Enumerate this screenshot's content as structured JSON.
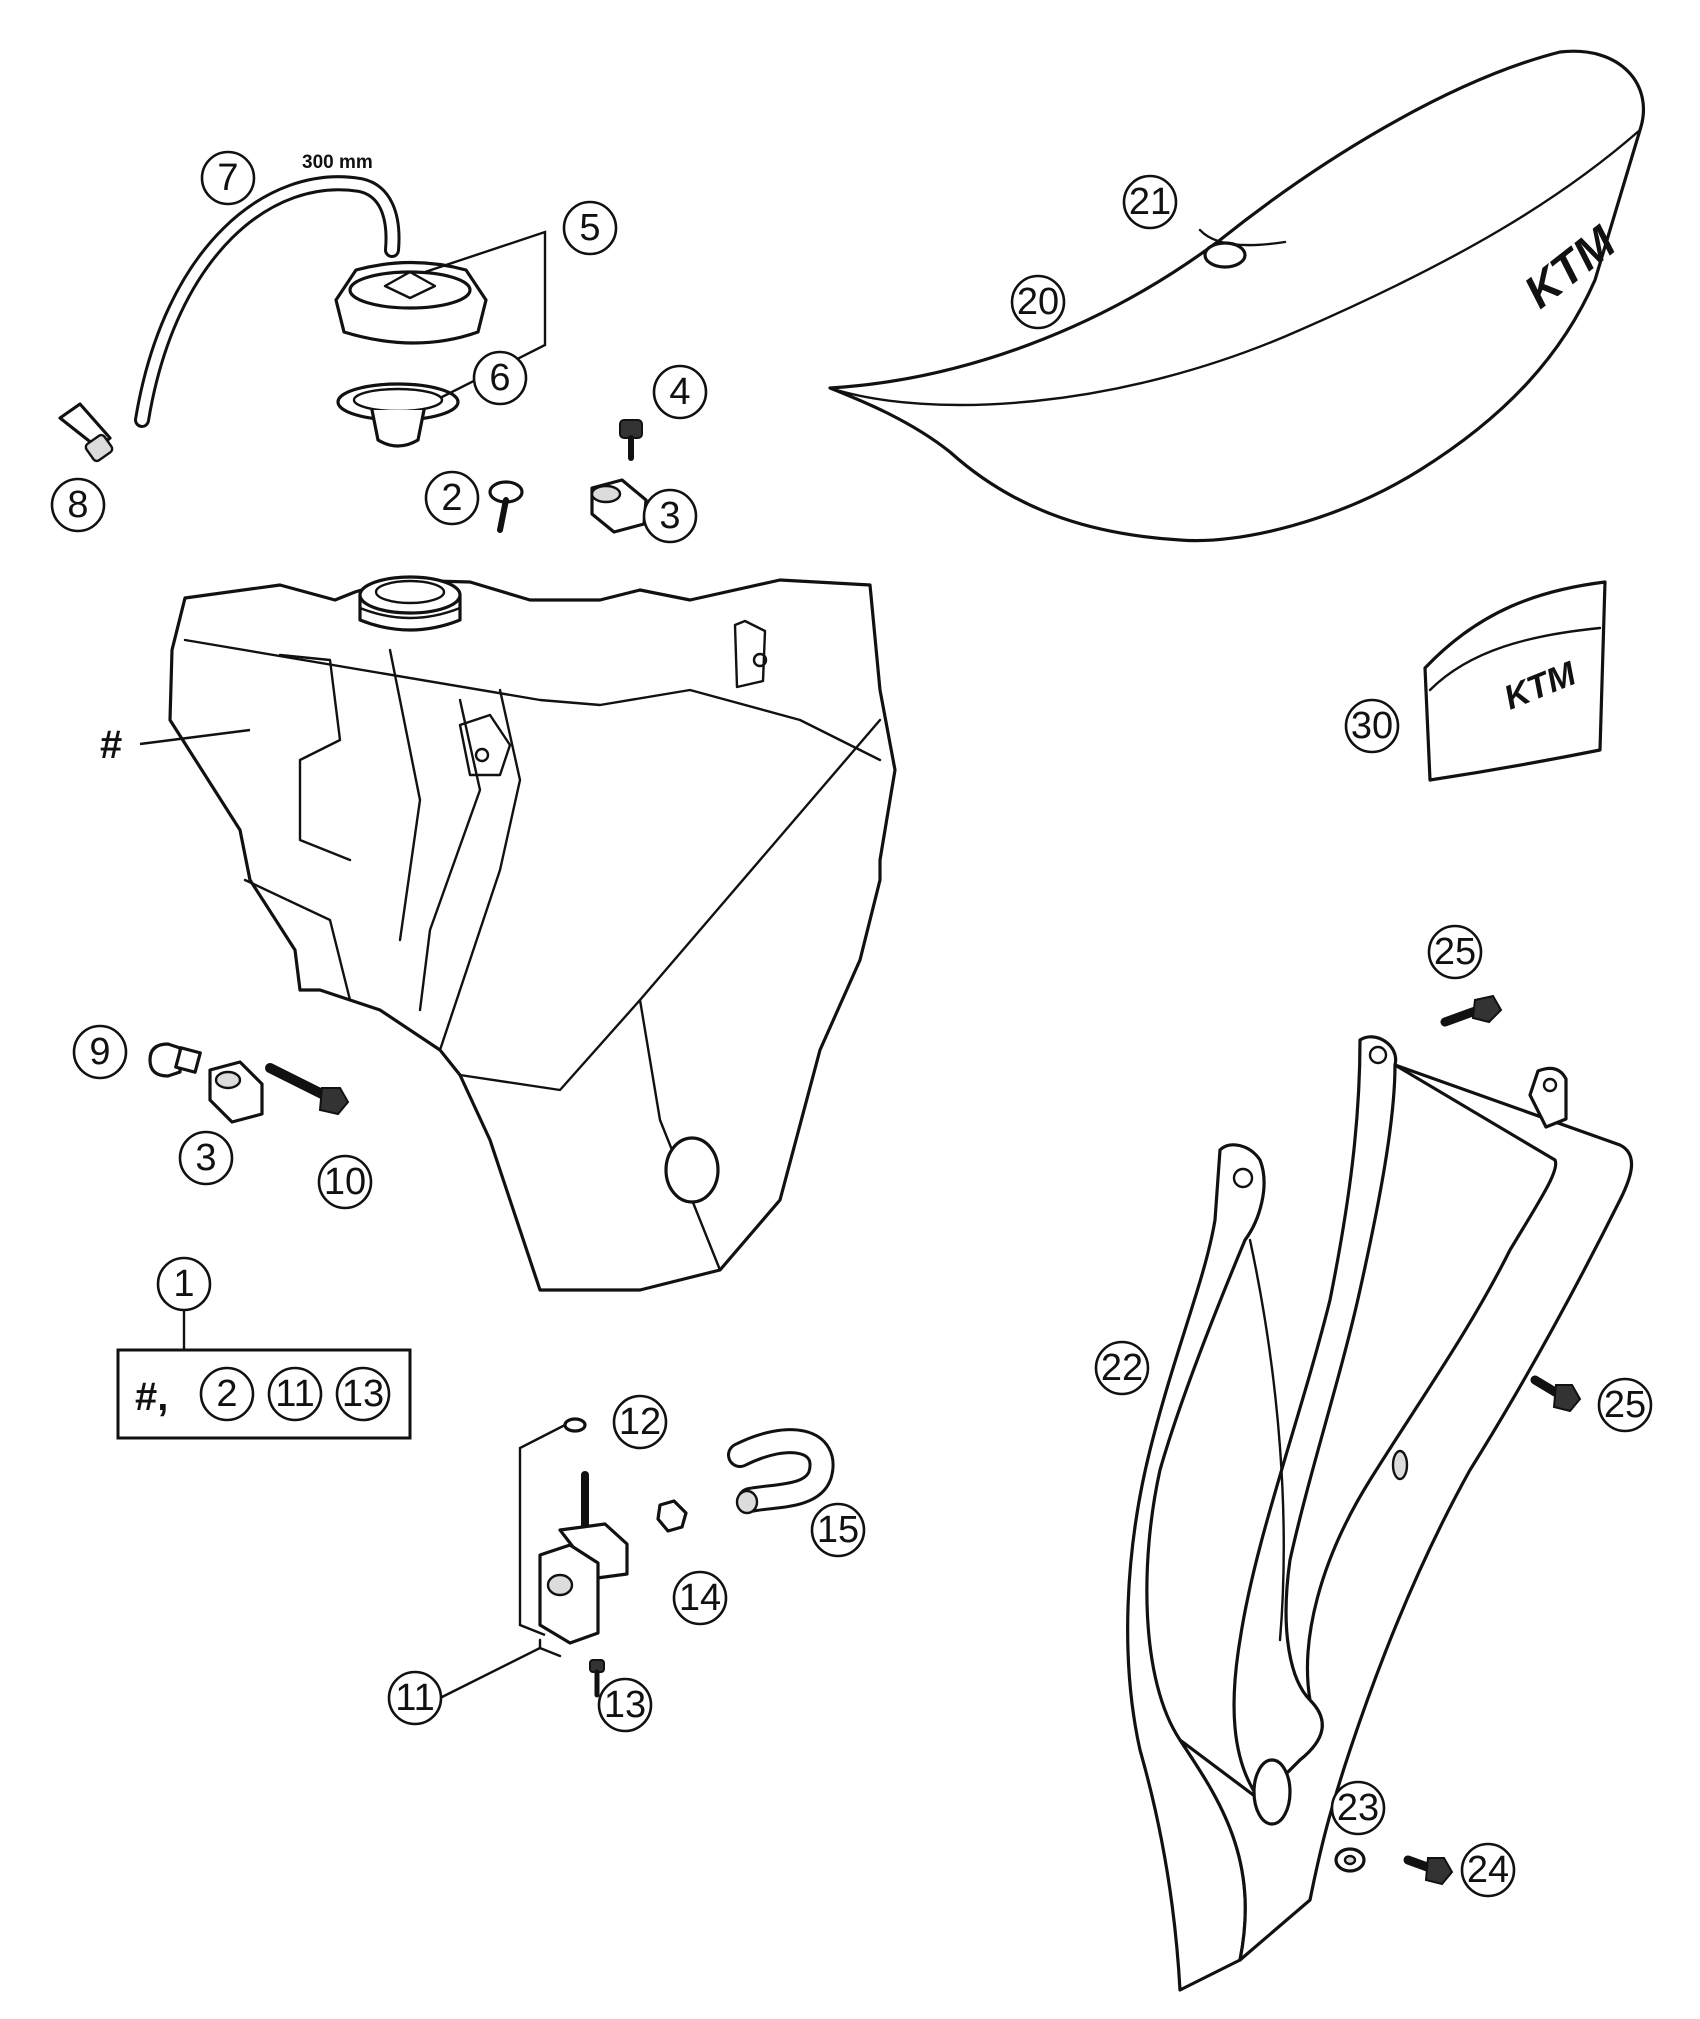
{
  "callouts": {
    "c1": "1",
    "c2": "2",
    "c3a": "3",
    "c3b": "3",
    "c4": "4",
    "c5": "5",
    "c6": "6",
    "c7": "7",
    "c8": "8",
    "c9": "9",
    "c10": "10",
    "c11": "11",
    "c12": "12",
    "c13": "13",
    "c14": "14",
    "c15": "15",
    "c20": "20",
    "c21": "21",
    "c22": "22",
    "c23": "23",
    "c24": "24",
    "c25a": "25",
    "c25b": "25",
    "c30": "30"
  },
  "hose_length_note": "300 mm",
  "tank_marker": "#",
  "kit_box": {
    "prefix": "#,",
    "items": [
      "2",
      "11",
      "13"
    ]
  },
  "brand_logo": "KTM",
  "colors": {
    "line": "#111111",
    "background": "#ffffff"
  }
}
